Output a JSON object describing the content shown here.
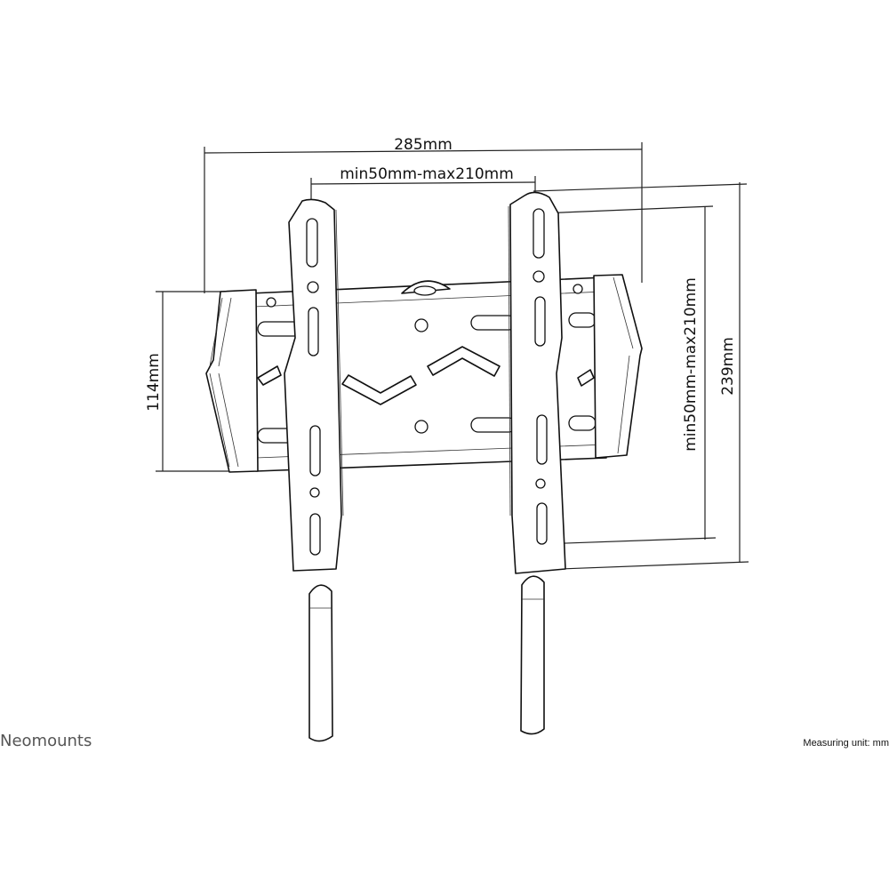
{
  "dimensions": {
    "overall_width": "285mm",
    "horizontal_vesa": "min50mm-max210mm",
    "vertical_vesa": "min50mm-max210mm",
    "overall_height": "239mm",
    "wall_plate_height": "114mm"
  },
  "brand": "Neomounts",
  "measuring_unit": "Measuring unit: mm"
}
